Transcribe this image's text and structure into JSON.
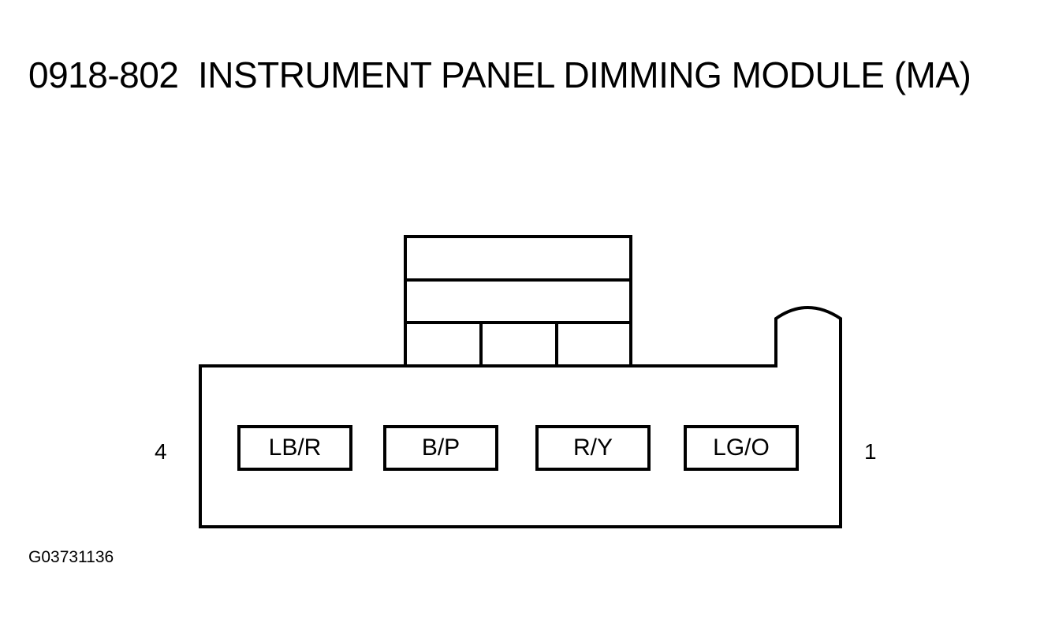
{
  "title": {
    "code": "0918-802",
    "text": "INSTRUMENT PANEL DIMMING MODULE (MA)"
  },
  "connector": {
    "pin_left": "4",
    "pin_right": "1",
    "terminals": [
      {
        "label": "LB/R"
      },
      {
        "label": "B/P"
      },
      {
        "label": "R/Y"
      },
      {
        "label": "LG/O"
      }
    ]
  },
  "figure_id": "G03731136"
}
